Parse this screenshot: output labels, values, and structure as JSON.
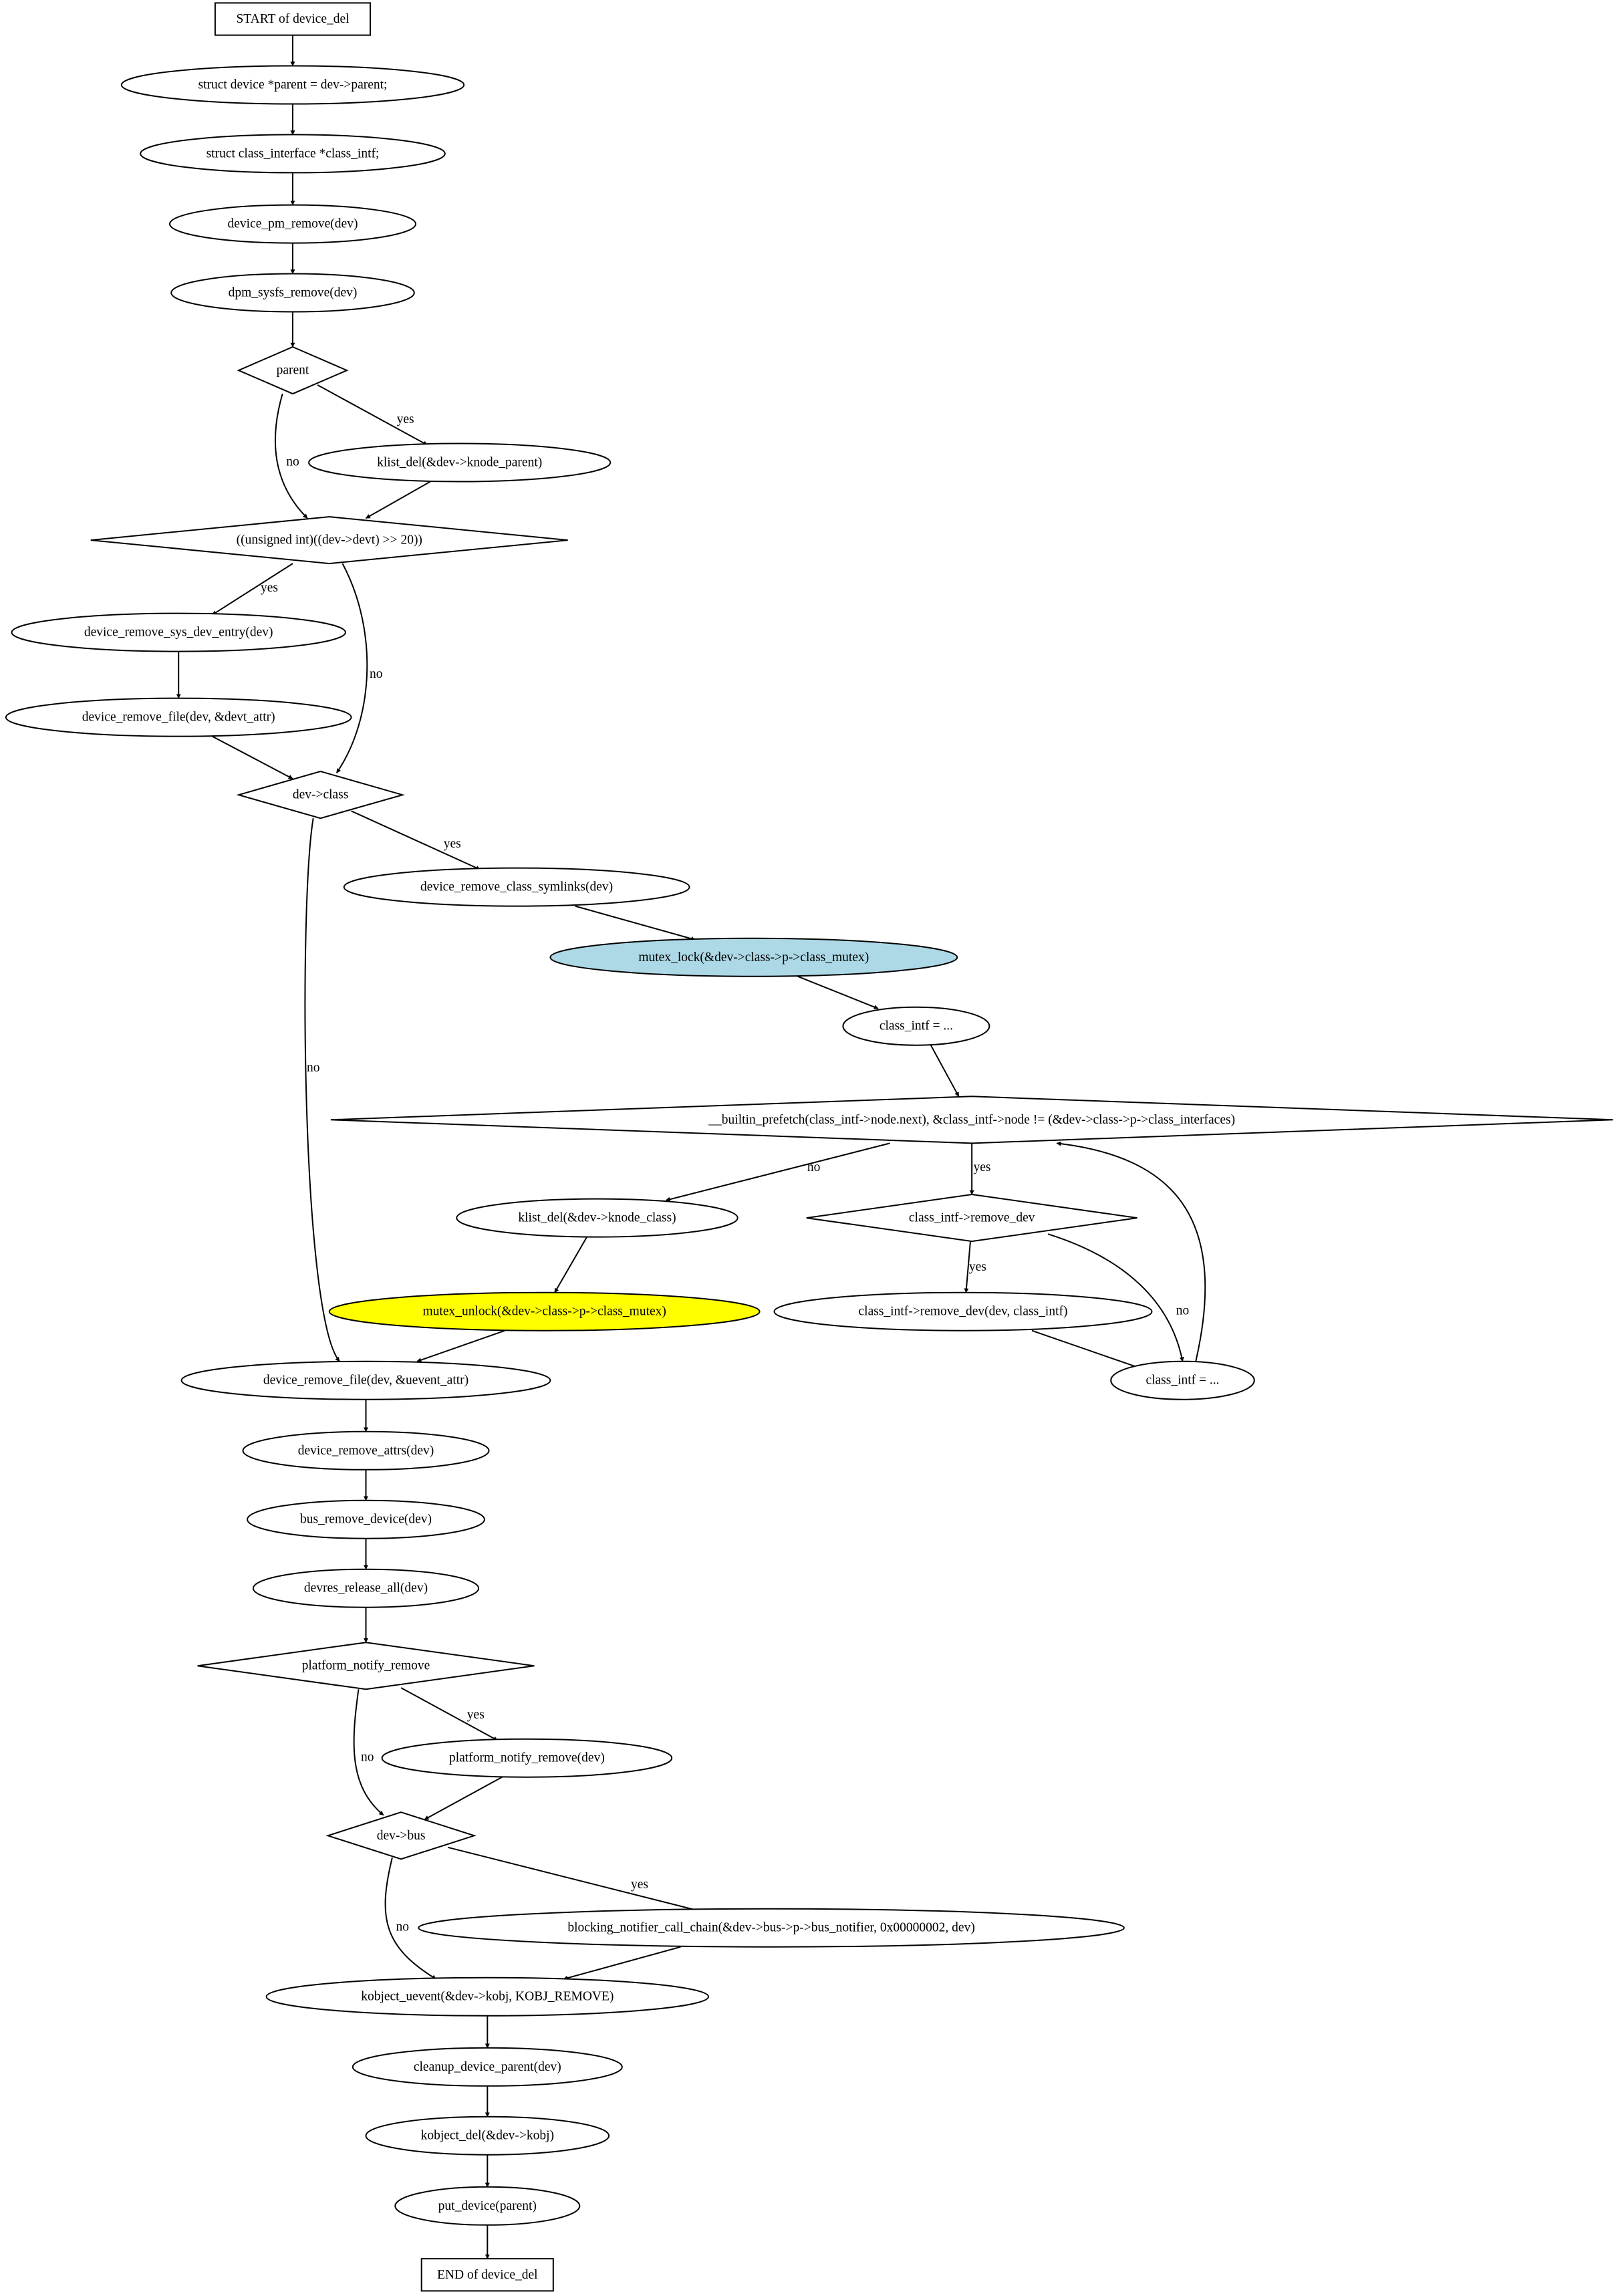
{
  "diagram": {
    "nodes": {
      "start": {
        "label": "START of device_del",
        "shape": "box"
      },
      "n1": {
        "label": "struct device *parent = dev->parent;",
        "shape": "ellipse"
      },
      "n2": {
        "label": "struct class_interface *class_intf;",
        "shape": "ellipse"
      },
      "n3": {
        "label": "device_pm_remove(dev)",
        "shape": "ellipse"
      },
      "n4": {
        "label": "dpm_sysfs_remove(dev)",
        "shape": "ellipse"
      },
      "d_parent": {
        "label": "parent",
        "shape": "diamond"
      },
      "n5": {
        "label": "klist_del(&dev->knode_parent)",
        "shape": "ellipse"
      },
      "d_devt": {
        "label": "((unsigned int)((dev->devt) >> 20))",
        "shape": "diamond"
      },
      "n6": {
        "label": "device_remove_sys_dev_entry(dev)",
        "shape": "ellipse"
      },
      "n7": {
        "label": "device_remove_file(dev, &devt_attr)",
        "shape": "ellipse"
      },
      "d_class": {
        "label": "dev->class",
        "shape": "diamond"
      },
      "n8": {
        "label": "device_remove_class_symlinks(dev)",
        "shape": "ellipse"
      },
      "n9": {
        "label": "mutex_lock(&dev->class->p->class_mutex)",
        "shape": "ellipse",
        "fill": "#add8e6"
      },
      "n10": {
        "label": "class_intf = ...",
        "shape": "ellipse"
      },
      "d_loop": {
        "label": "__builtin_prefetch(class_intf->node.next), &class_intf->node != (&dev->class->p->class_interfaces)",
        "shape": "diamond"
      },
      "n11": {
        "label": "klist_del(&dev->knode_class)",
        "shape": "ellipse"
      },
      "d_rmdev": {
        "label": "class_intf->remove_dev",
        "shape": "diamond"
      },
      "n12": {
        "label": "mutex_unlock(&dev->class->p->class_mutex)",
        "shape": "ellipse",
        "fill": "#ffff00"
      },
      "n13": {
        "label": "class_intf->remove_dev(dev, class_intf)",
        "shape": "ellipse"
      },
      "n14": {
        "label": "device_remove_file(dev, &uevent_attr)",
        "shape": "ellipse"
      },
      "n15": {
        "label": "class_intf = ...",
        "shape": "ellipse"
      },
      "n16": {
        "label": "device_remove_attrs(dev)",
        "shape": "ellipse"
      },
      "n17": {
        "label": "bus_remove_device(dev)",
        "shape": "ellipse"
      },
      "n18": {
        "label": "devres_release_all(dev)",
        "shape": "ellipse"
      },
      "d_pnr": {
        "label": "platform_notify_remove",
        "shape": "diamond"
      },
      "n19": {
        "label": "platform_notify_remove(dev)",
        "shape": "ellipse"
      },
      "d_bus": {
        "label": "dev->bus",
        "shape": "diamond"
      },
      "n20": {
        "label": "blocking_notifier_call_chain(&dev->bus->p->bus_notifier, 0x00000002, dev)",
        "shape": "ellipse"
      },
      "n21": {
        "label": "kobject_uevent(&dev->kobj, KOBJ_REMOVE)",
        "shape": "ellipse"
      },
      "n22": {
        "label": "cleanup_device_parent(dev)",
        "shape": "ellipse"
      },
      "n23": {
        "label": "kobject_del(&dev->kobj)",
        "shape": "ellipse"
      },
      "n24": {
        "label": "put_device(parent)",
        "shape": "ellipse"
      },
      "end": {
        "label": "END of device_del",
        "shape": "box"
      }
    },
    "edges": [
      {
        "from": "start",
        "to": "n1",
        "label": ""
      },
      {
        "from": "n1",
        "to": "n2",
        "label": ""
      },
      {
        "from": "n2",
        "to": "n3",
        "label": ""
      },
      {
        "from": "n3",
        "to": "n4",
        "label": ""
      },
      {
        "from": "n4",
        "to": "d_parent",
        "label": ""
      },
      {
        "from": "d_parent",
        "to": "n5",
        "label": "yes"
      },
      {
        "from": "d_parent",
        "to": "d_devt",
        "label": "no"
      },
      {
        "from": "n5",
        "to": "d_devt",
        "label": ""
      },
      {
        "from": "d_devt",
        "to": "n6",
        "label": "yes"
      },
      {
        "from": "d_devt",
        "to": "d_class",
        "label": "no"
      },
      {
        "from": "n6",
        "to": "n7",
        "label": ""
      },
      {
        "from": "n7",
        "to": "d_class",
        "label": ""
      },
      {
        "from": "d_class",
        "to": "n8",
        "label": "yes"
      },
      {
        "from": "d_class",
        "to": "n14",
        "label": "no"
      },
      {
        "from": "n8",
        "to": "n9",
        "label": ""
      },
      {
        "from": "n9",
        "to": "n10",
        "label": ""
      },
      {
        "from": "n10",
        "to": "d_loop",
        "label": ""
      },
      {
        "from": "d_loop",
        "to": "n11",
        "label": "no"
      },
      {
        "from": "d_loop",
        "to": "d_rmdev",
        "label": "yes"
      },
      {
        "from": "n11",
        "to": "n12",
        "label": ""
      },
      {
        "from": "d_rmdev",
        "to": "n13",
        "label": "yes"
      },
      {
        "from": "d_rmdev",
        "to": "n15",
        "label": "no"
      },
      {
        "from": "n13",
        "to": "n15",
        "label": ""
      },
      {
        "from": "n15",
        "to": "d_loop",
        "label": ""
      },
      {
        "from": "n12",
        "to": "n14",
        "label": ""
      },
      {
        "from": "n14",
        "to": "n16",
        "label": ""
      },
      {
        "from": "n16",
        "to": "n17",
        "label": ""
      },
      {
        "from": "n17",
        "to": "n18",
        "label": ""
      },
      {
        "from": "n18",
        "to": "d_pnr",
        "label": ""
      },
      {
        "from": "d_pnr",
        "to": "n19",
        "label": "yes"
      },
      {
        "from": "d_pnr",
        "to": "d_bus",
        "label": "no"
      },
      {
        "from": "n19",
        "to": "d_bus",
        "label": ""
      },
      {
        "from": "d_bus",
        "to": "n20",
        "label": "yes"
      },
      {
        "from": "d_bus",
        "to": "n21",
        "label": "no"
      },
      {
        "from": "n20",
        "to": "n21",
        "label": ""
      },
      {
        "from": "n21",
        "to": "n22",
        "label": ""
      },
      {
        "from": "n22",
        "to": "n23",
        "label": ""
      },
      {
        "from": "n23",
        "to": "n24",
        "label": ""
      },
      {
        "from": "n24",
        "to": "end",
        "label": ""
      }
    ]
  }
}
